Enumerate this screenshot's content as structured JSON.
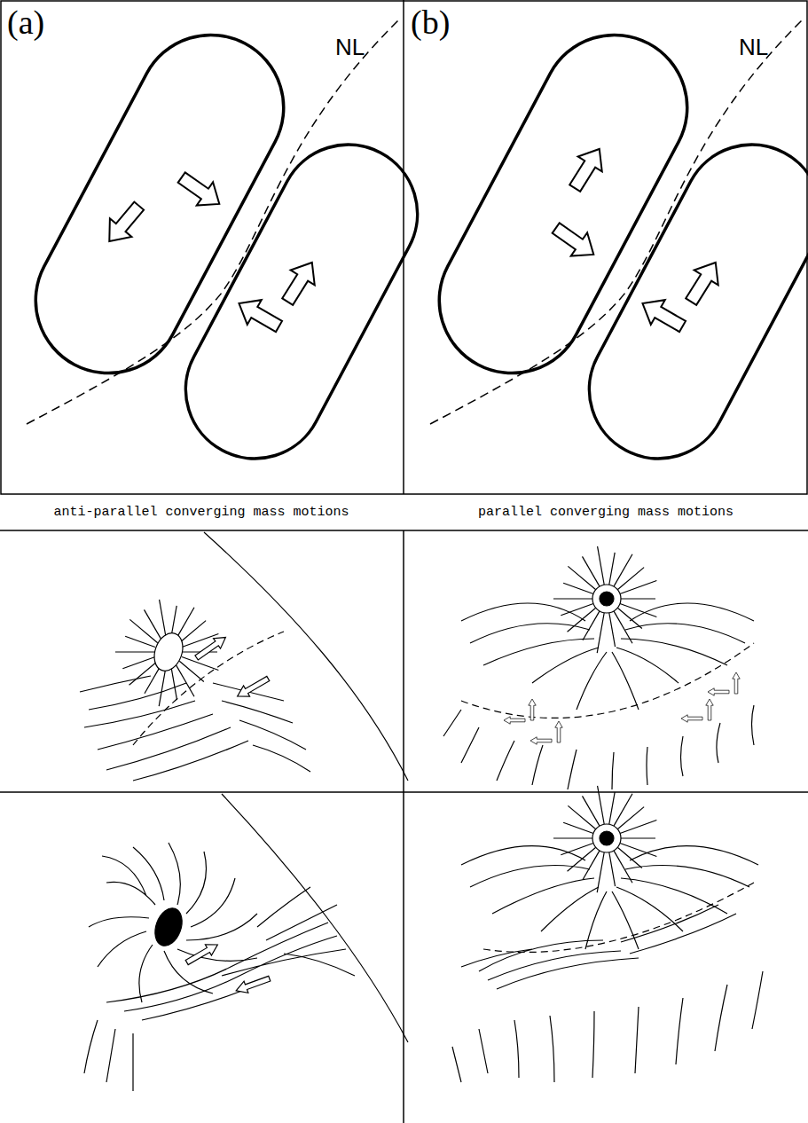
{
  "diagram": {
    "labels": [
      "(a)",
      "(b)",
      "NL",
      "NL",
      "anti-parallel converging mass motions",
      "parallel converging mass motions"
    ]
  }
}
